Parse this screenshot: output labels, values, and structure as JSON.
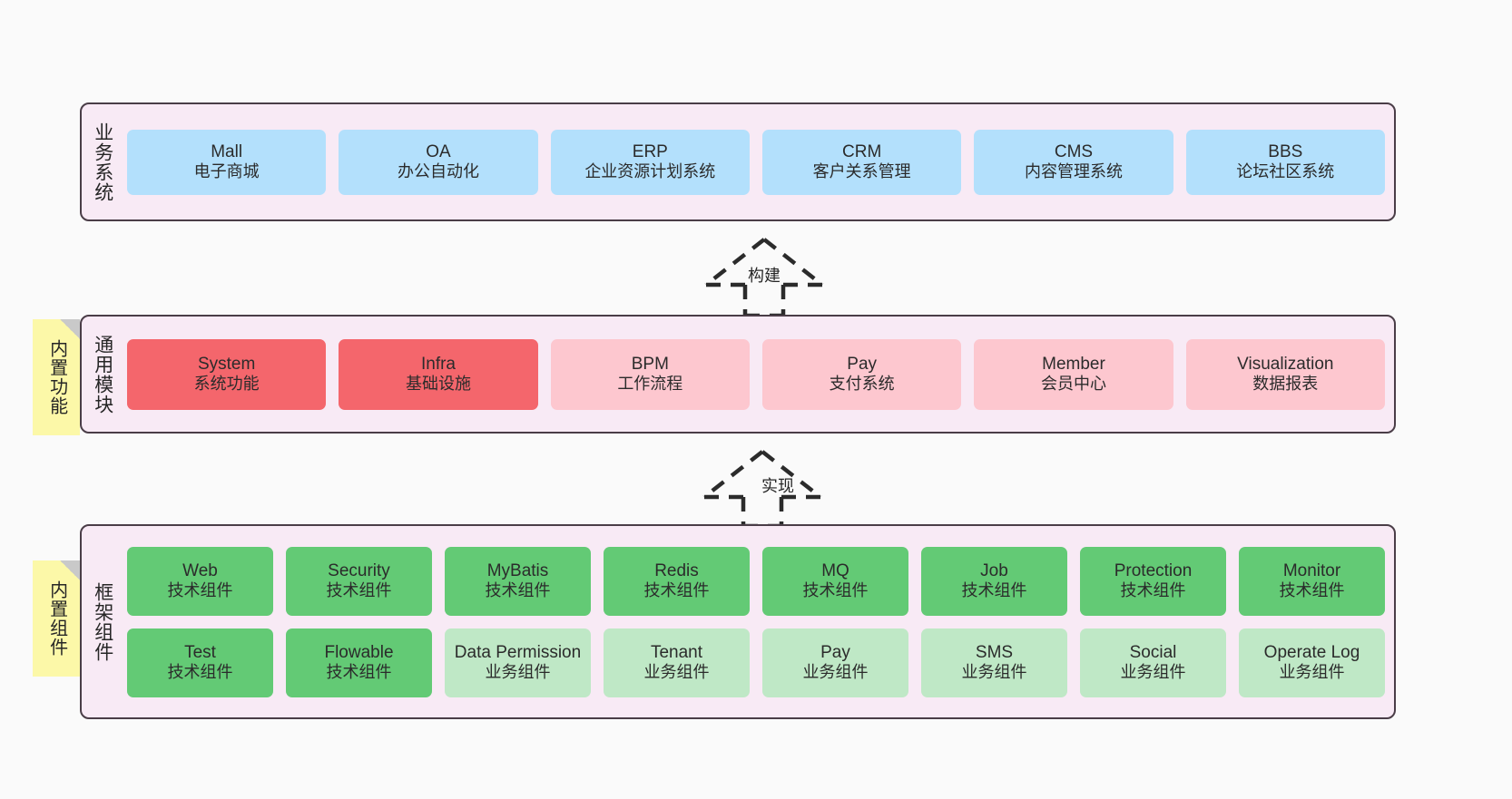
{
  "diagram": {
    "background_color": "#fafafa",
    "layer_border_color": "#4a3d47",
    "layer_fill_color": "#f8eaf5",
    "note_color": "#fcf8a8"
  },
  "layers": [
    {
      "id": "business",
      "title": "业务系统",
      "rows": [
        {
          "cells": [
            {
              "en": "Mall",
              "cn": "电子商城",
              "color": "#b3e0fc",
              "variant": "c-blue"
            },
            {
              "en": "OA",
              "cn": "办公自动化",
              "color": "#b3e0fc",
              "variant": "c-blue"
            },
            {
              "en": "ERP",
              "cn": "企业资源计划系统",
              "color": "#b3e0fc",
              "variant": "c-blue"
            },
            {
              "en": "CRM",
              "cn": "客户关系管理",
              "color": "#b3e0fc",
              "variant": "c-blue"
            },
            {
              "en": "CMS",
              "cn": "内容管理系统",
              "color": "#b3e0fc",
              "variant": "c-blue"
            },
            {
              "en": "BBS",
              "cn": "论坛社区系统",
              "color": "#b3e0fc",
              "variant": "c-blue"
            }
          ]
        }
      ]
    },
    {
      "id": "modules",
      "title": "通用模块",
      "note": "内置功能",
      "rows": [
        {
          "cells": [
            {
              "en": "System",
              "cn": "系统功能",
              "color": "#f4666c",
              "variant": "c-red"
            },
            {
              "en": "Infra",
              "cn": "基础设施",
              "color": "#f4666c",
              "variant": "c-red"
            },
            {
              "en": "BPM",
              "cn": "工作流程",
              "color": "#fdc7cf",
              "variant": "c-pink"
            },
            {
              "en": "Pay",
              "cn": "支付系统",
              "color": "#fdc7cf",
              "variant": "c-pink"
            },
            {
              "en": "Member",
              "cn": "会员中心",
              "color": "#fdc7cf",
              "variant": "c-pink"
            },
            {
              "en": "Visualization",
              "cn": "数据报表",
              "color": "#fdc7cf",
              "variant": "c-pink"
            }
          ]
        }
      ]
    },
    {
      "id": "framework",
      "title": "框架组件",
      "note": "内置组件",
      "rows": [
        {
          "cells": [
            {
              "en": "Web",
              "cn": "技术组件",
              "color": "#63ca75",
              "variant": "c-green"
            },
            {
              "en": "Security",
              "cn": "技术组件",
              "color": "#63ca75",
              "variant": "c-green"
            },
            {
              "en": "MyBatis",
              "cn": "技术组件",
              "color": "#63ca75",
              "variant": "c-green"
            },
            {
              "en": "Redis",
              "cn": "技术组件",
              "color": "#63ca75",
              "variant": "c-green"
            },
            {
              "en": "MQ",
              "cn": "技术组件",
              "color": "#63ca75",
              "variant": "c-green"
            },
            {
              "en": "Job",
              "cn": "技术组件",
              "color": "#63ca75",
              "variant": "c-green"
            },
            {
              "en": "Protection",
              "cn": "技术组件",
              "color": "#63ca75",
              "variant": "c-green"
            },
            {
              "en": "Monitor",
              "cn": "技术组件",
              "color": "#63ca75",
              "variant": "c-green"
            }
          ]
        },
        {
          "cells": [
            {
              "en": "Test",
              "cn": "技术组件",
              "color": "#63ca75",
              "variant": "c-green"
            },
            {
              "en": "Flowable",
              "cn": "技术组件",
              "color": "#63ca75",
              "variant": "c-green"
            },
            {
              "en": "Data Permission",
              "cn": "业务组件",
              "color": "#bfe8c6",
              "variant": "c-greenlight"
            },
            {
              "en": "Tenant",
              "cn": "业务组件",
              "color": "#bfe8c6",
              "variant": "c-greenlight"
            },
            {
              "en": "Pay",
              "cn": "业务组件",
              "color": "#bfe8c6",
              "variant": "c-greenlight"
            },
            {
              "en": "SMS",
              "cn": "业务组件",
              "color": "#bfe8c6",
              "variant": "c-greenlight"
            },
            {
              "en": "Social",
              "cn": "业务组件",
              "color": "#bfe8c6",
              "variant": "c-greenlight"
            },
            {
              "en": "Operate Log",
              "cn": "业务组件",
              "color": "#bfe8c6",
              "variant": "c-greenlight"
            }
          ]
        }
      ]
    }
  ],
  "arrows": [
    {
      "id": "build",
      "label": "构建",
      "style": "dashed-hollow-up"
    },
    {
      "id": "realize",
      "label": "实现",
      "style": "dashed-hollow-up"
    }
  ]
}
